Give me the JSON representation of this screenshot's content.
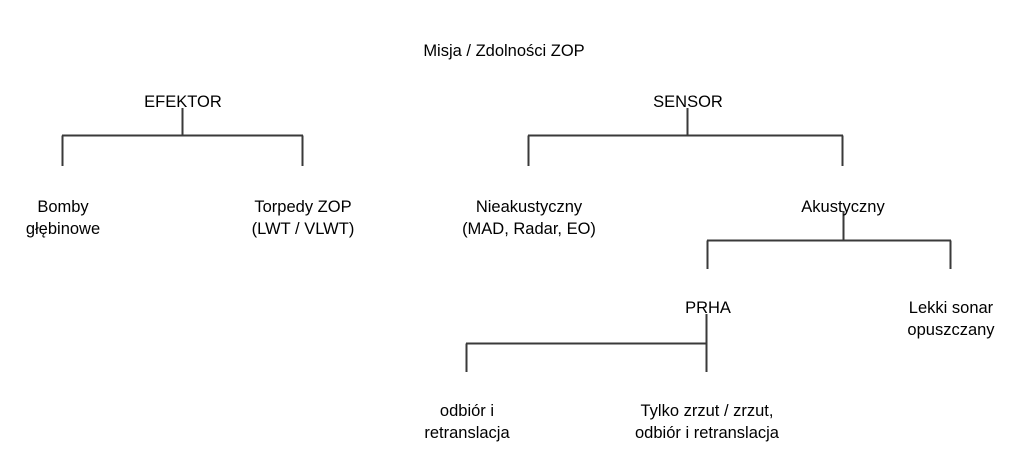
{
  "diagram": {
    "title": "Misja / Zdolności ZOP",
    "type": "tree",
    "background_color": "#ffffff",
    "line_color": "#3a3a3a",
    "text_color": "#000000",
    "nodes": [
      {
        "id": "title",
        "label": "Misja / Zdolności ZOP",
        "level": 0
      },
      {
        "id": "efektor",
        "label": "EFEKTOR",
        "level": 1
      },
      {
        "id": "sensor",
        "label": "SENSOR",
        "level": 1
      },
      {
        "id": "bomby",
        "label": "Bomby",
        "label_line2": "głębinowe",
        "level": 2
      },
      {
        "id": "torpedy",
        "label": "Torpedy ZOP",
        "label_line2": "(LWT / VLWT)",
        "level": 2
      },
      {
        "id": "nieakustyczny",
        "label": "Nieakustyczny",
        "label_line2": "(MAD, Radar, EO)",
        "level": 2
      },
      {
        "id": "akustyczny",
        "label": "Akustyczny",
        "level": 2
      },
      {
        "id": "prha",
        "label": "PRHA",
        "level": 3
      },
      {
        "id": "lekki-sonar",
        "label": "Lekki sonar",
        "label_line2": "opuszczany",
        "level": 3
      },
      {
        "id": "odbior",
        "label": "odbiór i",
        "label_line2": "retranslacja",
        "level": 4
      },
      {
        "id": "tylko-zrzut",
        "label": "Tylko zrzut / zrzut,",
        "label_line2": "odbiór i retranslacja",
        "level": 4
      }
    ],
    "edges": [
      {
        "from": "efektor",
        "to": "bomby"
      },
      {
        "from": "efektor",
        "to": "torpedy"
      },
      {
        "from": "sensor",
        "to": "nieakustyczny"
      },
      {
        "from": "sensor",
        "to": "akustyczny"
      },
      {
        "from": "akustyczny",
        "to": "prha"
      },
      {
        "from": "akustyczny",
        "to": "lekki-sonar"
      },
      {
        "from": "prha",
        "to": "odbior"
      },
      {
        "from": "prha",
        "to": "tylko-zrzut"
      }
    ]
  }
}
